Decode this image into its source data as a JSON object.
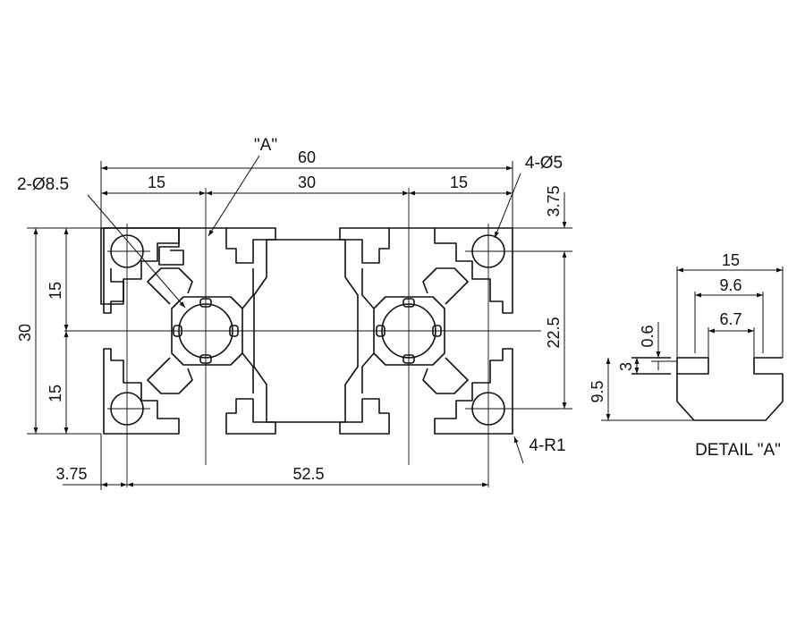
{
  "colors": {
    "ink": "#111111",
    "background": "#ffffff"
  },
  "labels": {
    "detail_ref": "\"A\"",
    "holes_center": "2-Ø8.5",
    "holes_corner": "4-Ø5",
    "corner_radius": "4-R1",
    "detail_title": "DETAIL \"A\""
  },
  "dimensions": {
    "overall_width": "60",
    "left_segment": "15",
    "middle_segment": "30",
    "right_segment": "15",
    "top_offset": "3.75",
    "overall_height": "30",
    "upper_half": "15",
    "lower_half": "15",
    "inner_height": "22.5",
    "left_offset": "3.75",
    "hole_spacing": "52.5"
  },
  "detail_dimensions": {
    "width": "15",
    "slot_outer": "9.6",
    "slot_inner": "6.7",
    "lip_thickness": "0.6",
    "lip_depth": "3",
    "total_depth": "9.5"
  }
}
